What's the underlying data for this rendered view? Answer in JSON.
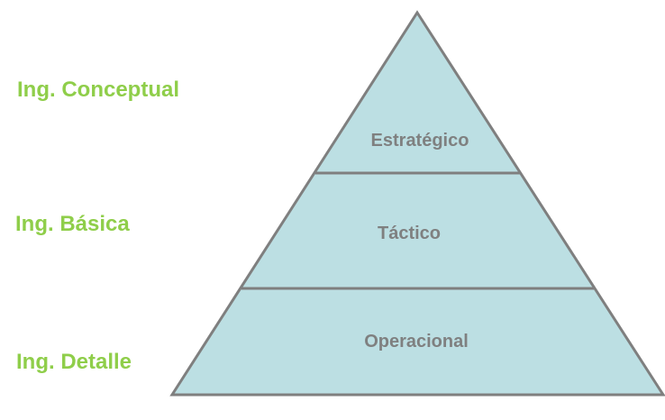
{
  "left_labels": [
    "Ing. Conceptual",
    "Ing. Básica",
    "Ing. Detalle"
  ],
  "pyramid": {
    "tiers": [
      "Estratégico",
      "Táctico",
      "Operacional"
    ],
    "fill_color": "#bcdfe3",
    "stroke_color": "#7f7f7f",
    "label_color": "#7f8080"
  },
  "colors": {
    "left_label": "#8fce4a"
  }
}
